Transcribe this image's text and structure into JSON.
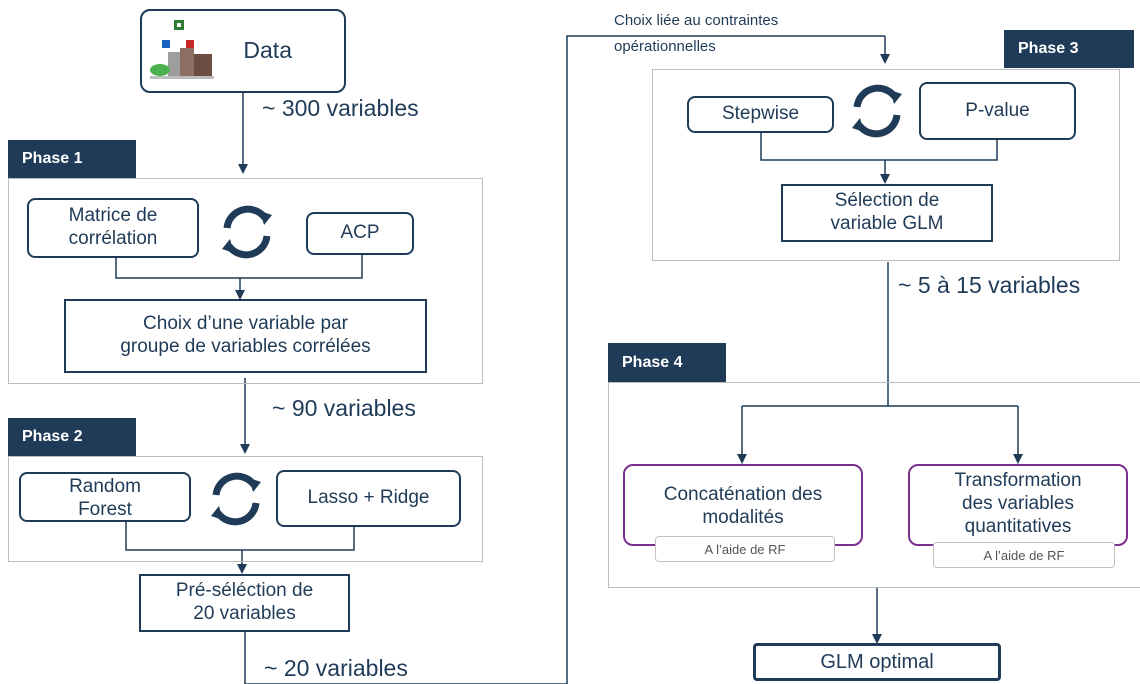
{
  "data_box": {
    "label": "Data"
  },
  "counts": {
    "c300": "~ 300 variables",
    "c90": "~ 90 variables",
    "c20": "~ 20 variables",
    "c5_15": "~ 5 à 15  variables"
  },
  "constraint_note": {
    "line1": "Choix liée au contraintes",
    "line2": "opérationnelles"
  },
  "phase1": {
    "tag": "Phase 1",
    "left_line1": "Matrice de",
    "left_line2": "corrélation",
    "right": "ACP",
    "result_line1": "Choix d’une variable par",
    "result_line2": "groupe de variables corrélées"
  },
  "phase2": {
    "tag": "Phase 2",
    "left_line1": "Random",
    "left_line2": "Forest",
    "right": "Lasso + Ridge",
    "result_line1": "Pré-séléction de",
    "result_line2": "20 variables"
  },
  "phase3": {
    "tag": "Phase 3",
    "left": "Stepwise",
    "right": "P-value",
    "result_line1": "Sélection de",
    "result_line2": "variable GLM"
  },
  "phase4": {
    "tag": "Phase 4",
    "left_line1": "Concaténation des",
    "left_line2": "modalités",
    "left_sub": "A l’aide de RF",
    "right_line1": "Transformation",
    "right_line2": "des variables",
    "right_line3": "quantitatives",
    "right_sub": "A l’aide de RF"
  },
  "final": {
    "label": "GLM optimal"
  },
  "colors": {
    "navy": "#1f3b57",
    "purple": "#7b2f8e",
    "frame": "#bdbdbd"
  }
}
